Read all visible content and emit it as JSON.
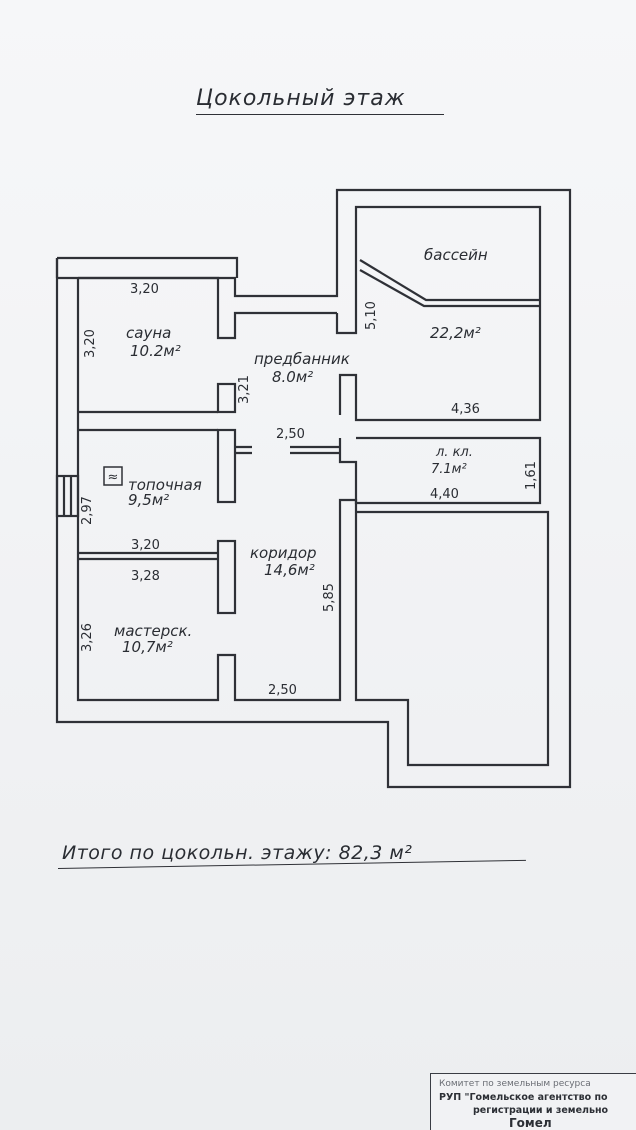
{
  "title": "Цокольный этаж",
  "rooms": {
    "sauna": {
      "name": "сауна",
      "area": "10.2м²"
    },
    "predbannik": {
      "name": "предбанник",
      "area": "8.0м²"
    },
    "pool": {
      "name": "бассейн",
      "area": "22,2м²"
    },
    "topochnaya": {
      "name": "топочная",
      "area": "9,5м²"
    },
    "lkl": {
      "name": "л. кл.",
      "area": "7.1м²"
    },
    "koridor": {
      "name": "коридор",
      "area": "14,6м²"
    },
    "masterskaya": {
      "name": "мастерск.",
      "area": "10,7м²"
    }
  },
  "dimensions": {
    "sauna_width": "3,20",
    "sauna_height": "3,20",
    "predbannik_height": "3,21",
    "predbannik_width": "2,50",
    "pool_height": "5,10",
    "pool_width": "4,36",
    "lkl_width": "4,40",
    "lkl_height": "1,61",
    "topochnaya_height": "2,97",
    "topochnaya_width": "3,20",
    "masterskaya_width": "3,28",
    "masterskaya_height": "3,26",
    "koridor_height": "5,85",
    "koridor_width": "2,50"
  },
  "boiler_symbol": "≈",
  "total": "Итого по цокольн. этажу: 82,3 м²",
  "stamp": {
    "line1": "Комитет по земельным ресурса",
    "line2": "РУП \"Гомельское агентство по",
    "line3": "регистрации и земельно",
    "line4": "Гомел"
  }
}
